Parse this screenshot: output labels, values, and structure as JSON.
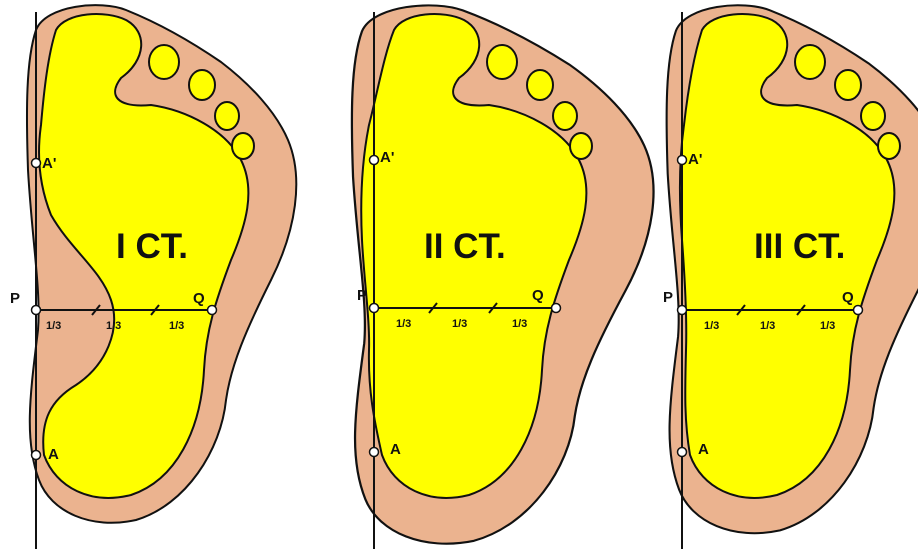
{
  "colors": {
    "outer_sole": "#EBB38F",
    "print": "#FFFF00",
    "outline": "#111111",
    "background": "#FFFFFF"
  },
  "panels": [
    {
      "title": "I CT.",
      "labels": {
        "p": "P",
        "q": "Q",
        "a": "A",
        "a_prime": "A'"
      },
      "fractions": [
        "1/3",
        "1/3",
        "1/3"
      ]
    },
    {
      "title": "II CT.",
      "labels": {
        "p": "P",
        "q": "Q",
        "a": "A",
        "a_prime": "A'"
      },
      "fractions": [
        "1/3",
        "1/3",
        "1/3"
      ]
    },
    {
      "title": "III CT.",
      "labels": {
        "p": "P",
        "q": "Q",
        "a": "A",
        "a_prime": "A'"
      },
      "fractions": [
        "1/3",
        "1/3",
        "1/3"
      ]
    }
  ]
}
